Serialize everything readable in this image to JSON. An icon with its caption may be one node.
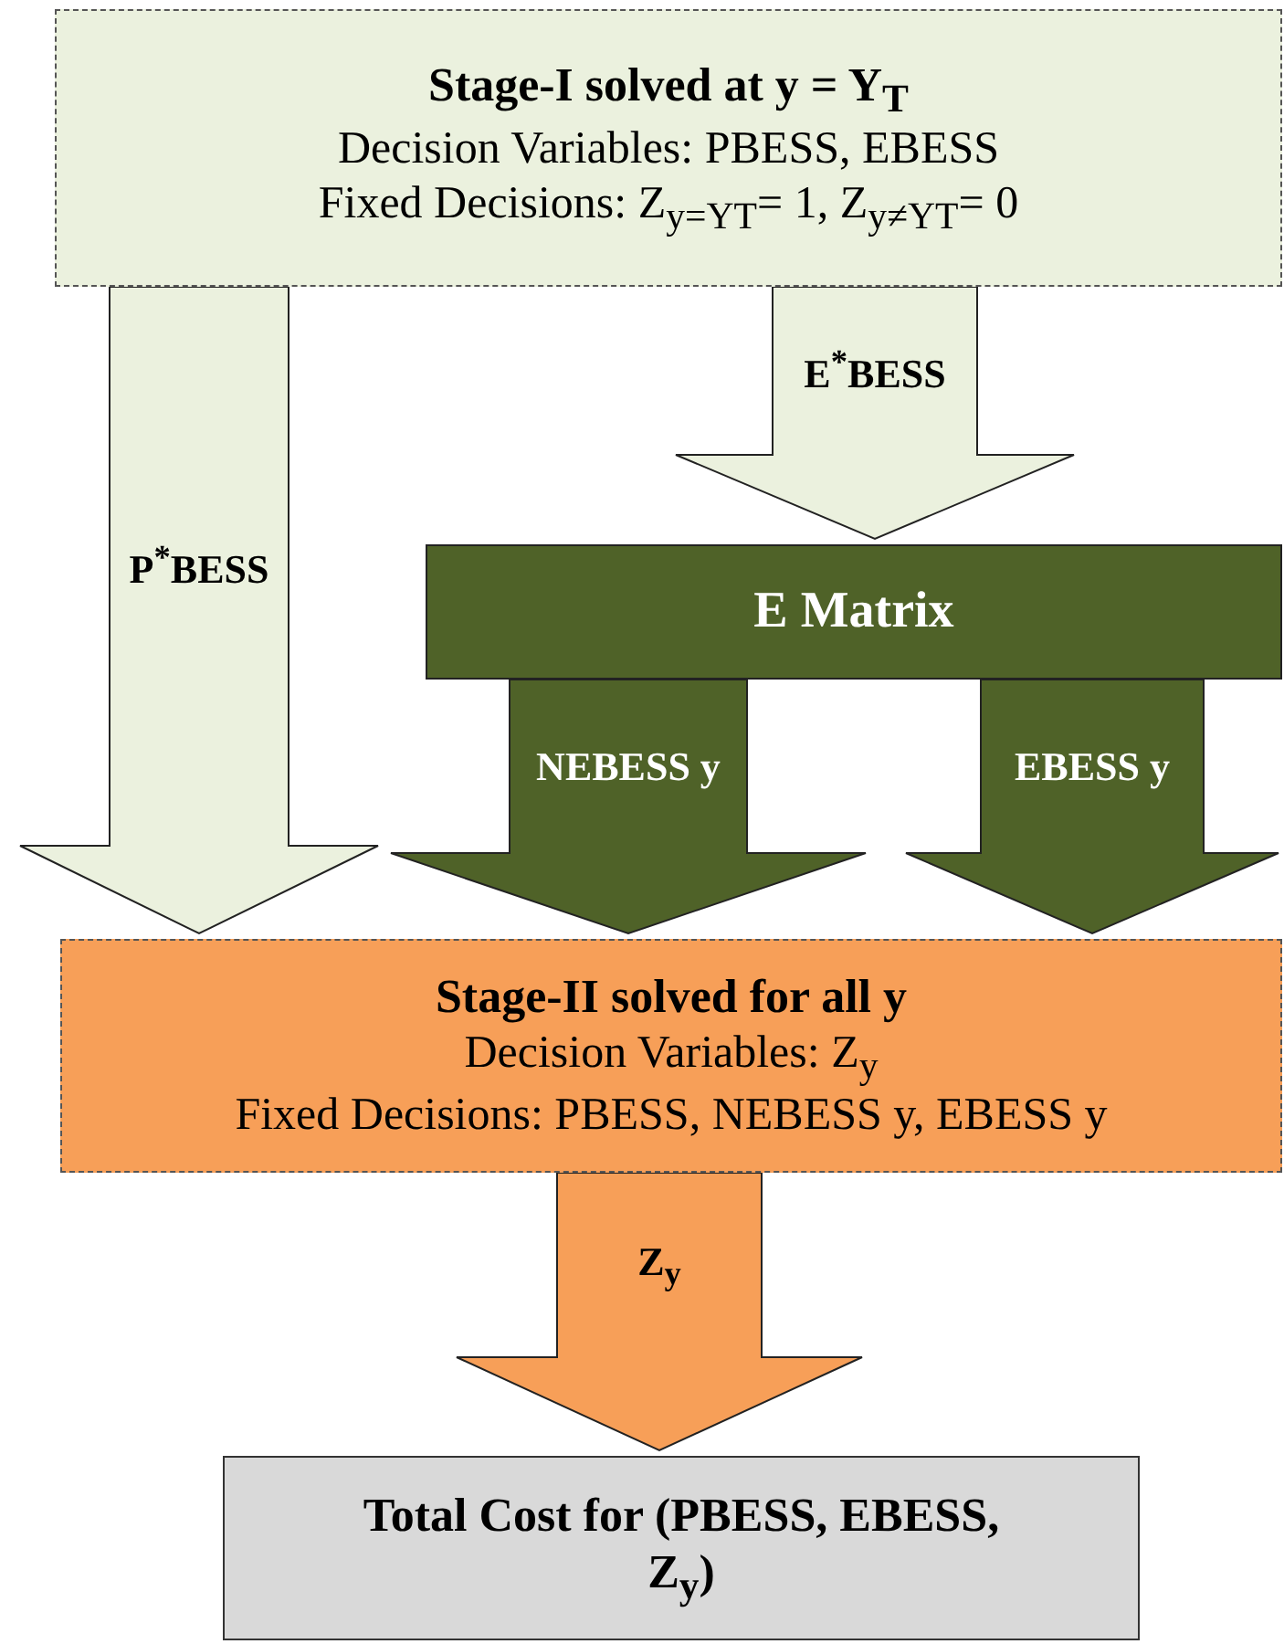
{
  "diagram": {
    "nodes": [
      {
        "text": [
          "Stage-I solved at y = Y$_{T}$",
          "Decision Variables: PBESS, EBESS",
          "Fixed Decisions: Z$_{y=YT}$= 1, Z$_{y≠YT}$= 0"
        ]
      },
      {
        "text": [
          "E Matrix"
        ]
      },
      {
        "text": [
          "Stage-II solved for all y",
          "Decision Variables: Z$_{y}$",
          "Fixed Decisions: PBESS, NEBESS y, EBESS y"
        ]
      },
      {
        "text": [
          "Total Cost for (PBESS, EBESS, Z$_{y}$)"
        ]
      }
    ],
    "edges": [
      {
        "from": 0,
        "to": 2,
        "arrow": "to",
        "label": "P$^{*}$BESS",
        "color": "#ebf1de"
      },
      {
        "from": 0,
        "to": 1,
        "arrow": "to",
        "label": "E$^{*}$BESS",
        "color": "#ebf1de"
      },
      {
        "from": 1,
        "to": 2,
        "arrow": "to",
        "label": "NEBESS y",
        "color": "#4f6228"
      },
      {
        "from": 1,
        "to": 2,
        "arrow": "to",
        "label": "EBESS y",
        "color": "#4f6228"
      },
      {
        "from": 2,
        "to": 3,
        "arrow": "to",
        "label": "Z$_{y}$",
        "color": "#f79f58"
      }
    ]
  }
}
